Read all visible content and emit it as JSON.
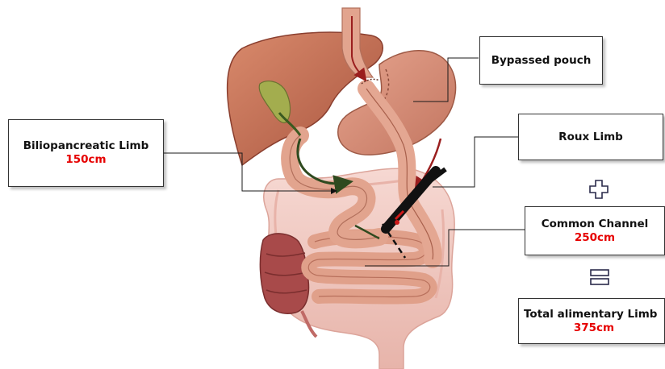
{
  "labels": {
    "biliopancreatic": {
      "title": "Biliopancreatic Limb",
      "value": "150cm"
    },
    "bypassed_pouch": {
      "title": "Bypassed pouch"
    },
    "roux": {
      "title": "Roux Limb"
    },
    "common_channel": {
      "title": "Common Channel",
      "value": "250cm"
    },
    "total_alimentary": {
      "title": "Total alimentary Limb",
      "value": "375cm"
    }
  },
  "operators": {
    "plus": "plus-icon",
    "equals": "equals-icon"
  },
  "colors": {
    "value_red": "#e60000",
    "box_border": "#333333",
    "liver": "#c86a4e",
    "stomach": "#d9907a",
    "intestine": "#e4a792",
    "colon": "#f0c8c0",
    "rectum": "#a84a4a",
    "gallbladder": "#9aa24a",
    "bile_path": "#2f4a1f",
    "flow_arrow": "#9a1e1e"
  }
}
